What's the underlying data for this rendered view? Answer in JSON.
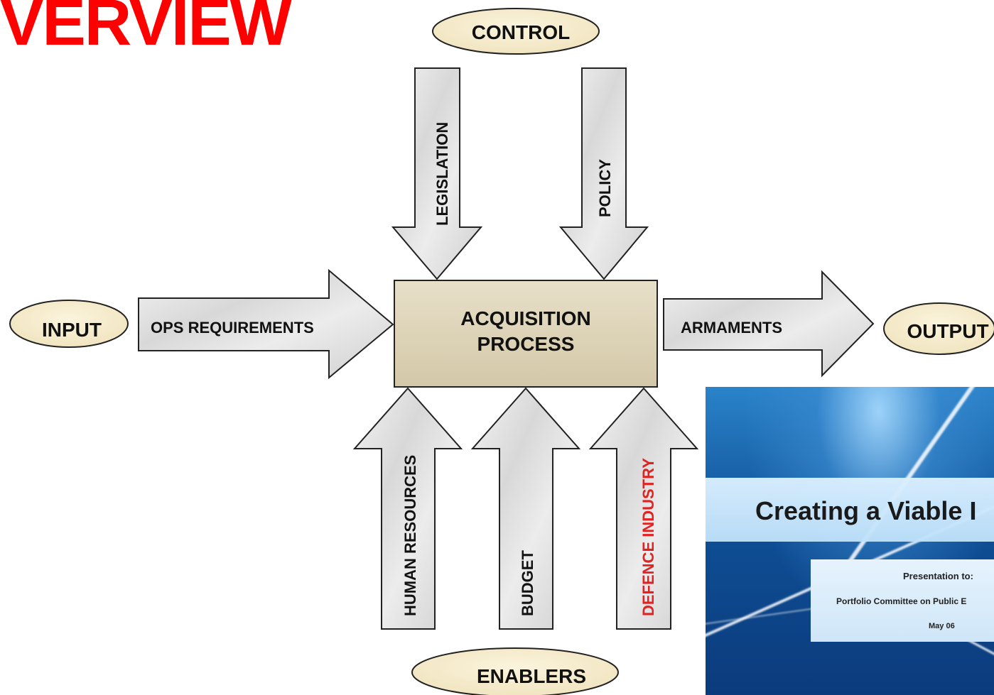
{
  "title": "VERVIEW",
  "ovals": {
    "control": "CONTROL",
    "input": "INPUT",
    "output": "OUTPUT",
    "enablers": "ENABLERS"
  },
  "arrows": {
    "legislation": "LEGISLATION",
    "policy": "POLICY",
    "ops_requirements": "OPS REQUIREMENTS",
    "armaments": "ARMAMENTS",
    "human_resources": "HUMAN RESOURCES",
    "budget": "BUDGET",
    "defence_industry": "DEFENCE INDUSTRY"
  },
  "process": {
    "line1": "ACQUISITION",
    "line2": "PROCESS"
  },
  "inset": {
    "title": "Creating a Viable I",
    "presentation_to": "Presentation to:",
    "committee": "Portfolio Committee on Public E",
    "date": "May 06"
  },
  "colors": {
    "title_red": "#ff0000",
    "oval_fill": "#f7eccb",
    "process_fill": "#ddd3b8",
    "arrow_fill": "#e2e2e2",
    "highlight_label": "#e32121"
  }
}
